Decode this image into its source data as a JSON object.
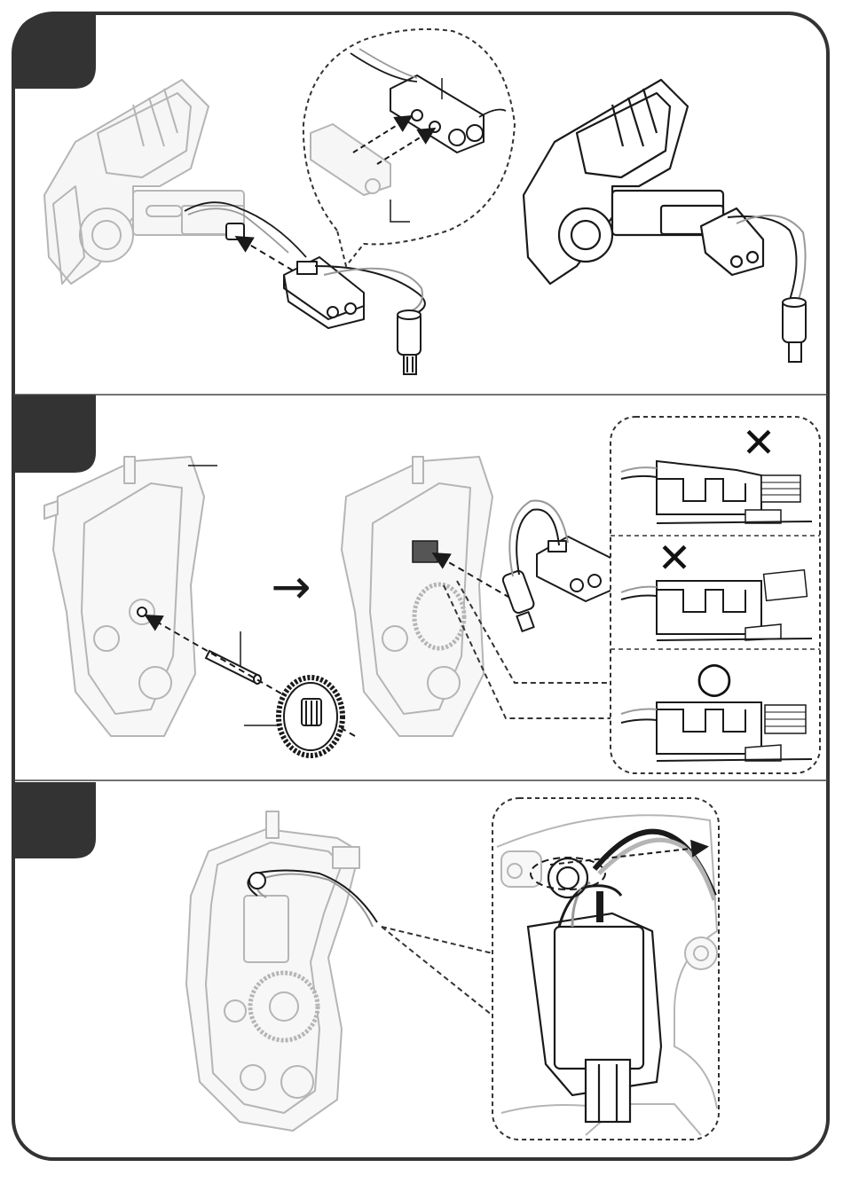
{
  "document": {
    "type": "assembly-instructions",
    "steps": [
      {
        "id": "step-1",
        "number": "",
        "callouts": {
          "ghost": "",
          "target": ""
        }
      },
      {
        "id": "step-2",
        "number": "",
        "callouts": {
          "case_part": "",
          "shaft": "",
          "gear": ""
        },
        "transition_arrow": "→",
        "checks": [
          {
            "mark": "✕",
            "meaning": "incorrect"
          },
          {
            "mark": "✕",
            "meaning": "incorrect"
          },
          {
            "mark": "○",
            "meaning": "correct"
          }
        ]
      },
      {
        "id": "step-3",
        "number": ""
      }
    ]
  },
  "colors": {
    "frame": "#333333",
    "badge": "#333333",
    "ghost_part": "#b9b9b9",
    "line": "#1a1a1a",
    "check_bad": "#111111",
    "check_good": "#111111"
  }
}
